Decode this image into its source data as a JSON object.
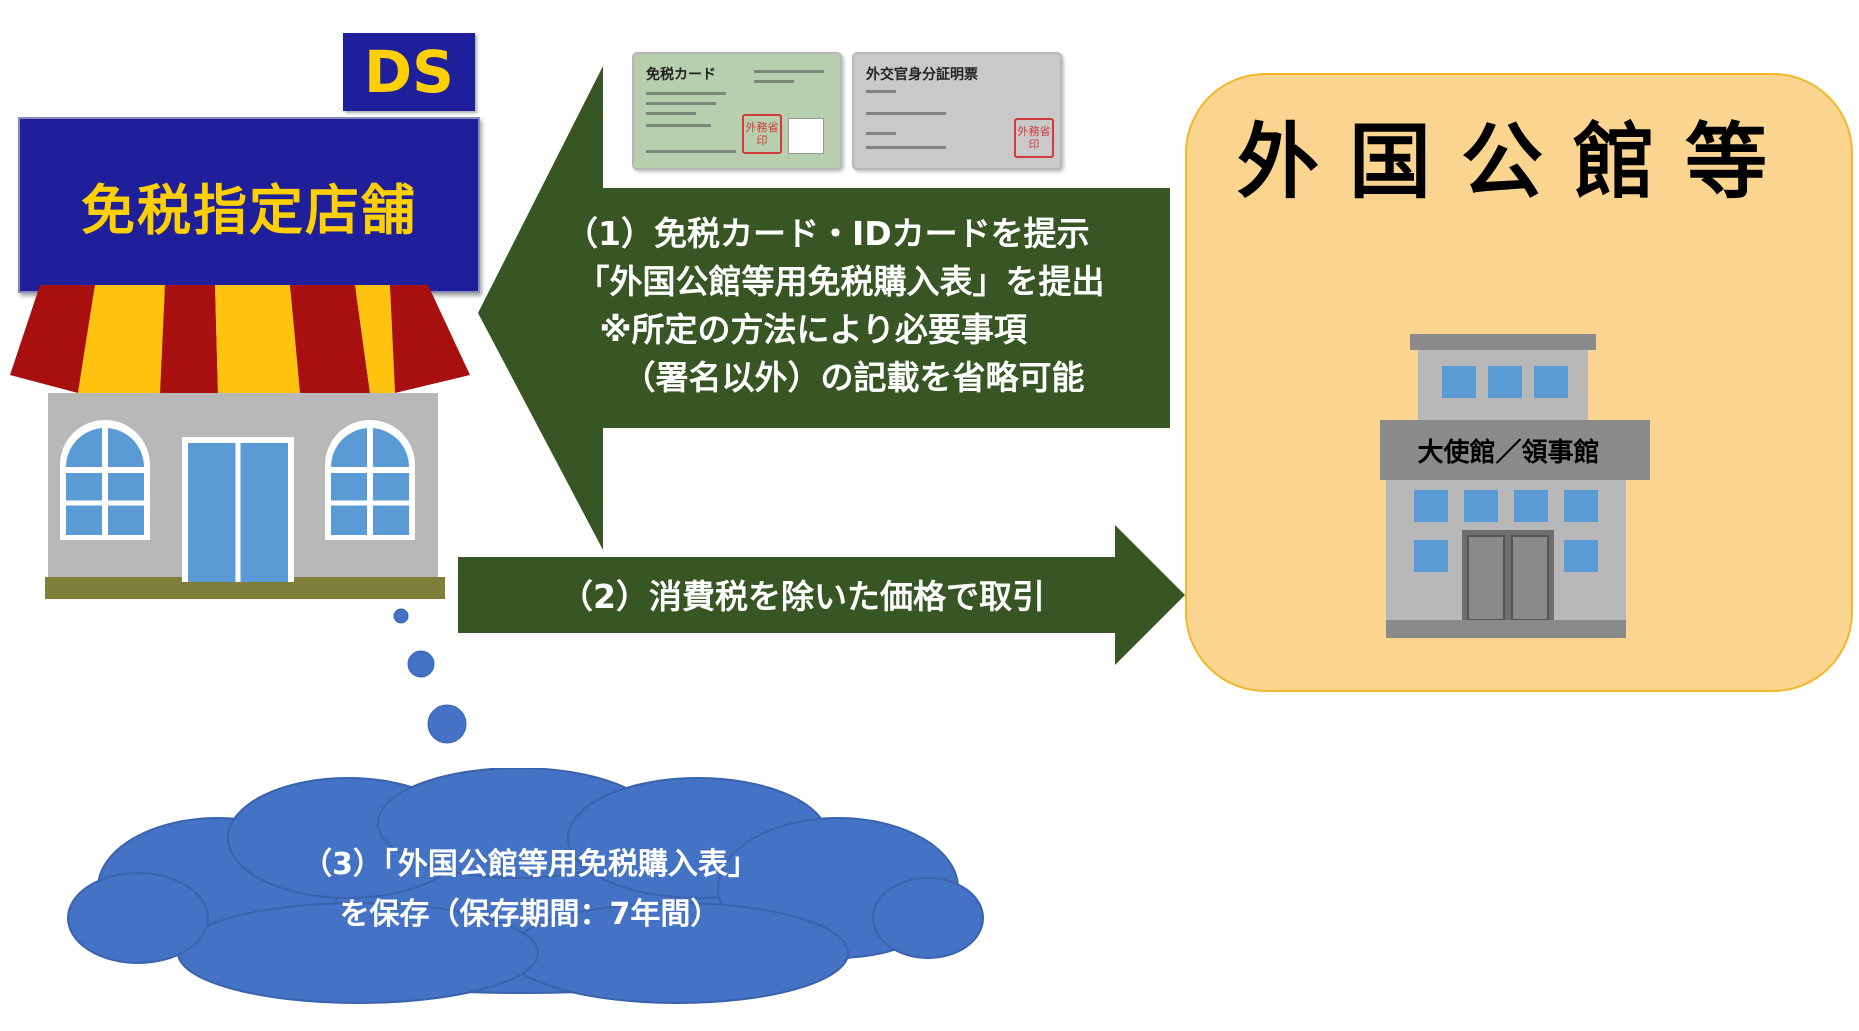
{
  "store": {
    "badge": "DS",
    "sign": "免税指定店舗"
  },
  "cards": {
    "card_a": {
      "title": "免税カード",
      "seal": "外務省印"
    },
    "card_b": {
      "title": "外交官身分証明票",
      "seal": "外務省印"
    }
  },
  "arrow1": {
    "text": "（1）免税カード・IDカードを提示\n 「外国公館等用免税購入表」を提出\n   ※所定の方法により必要事項\n     （署名以外）の記載を省略可能"
  },
  "arrow2": {
    "text": "（2）消費税を除いた価格で取引"
  },
  "embassy": {
    "title": "外国公館等",
    "building_label": "大使館／領事館"
  },
  "cloud": {
    "text": "（3）「外国公館等用免税購入表」\nを保存（保存期間：7年間）"
  },
  "colors": {
    "navy": "#1f1f9c",
    "gold": "#ffd000",
    "arrow_green": "#375623",
    "embassy_fill": "#fbd58f",
    "cloud_blue": "#4472c4"
  }
}
